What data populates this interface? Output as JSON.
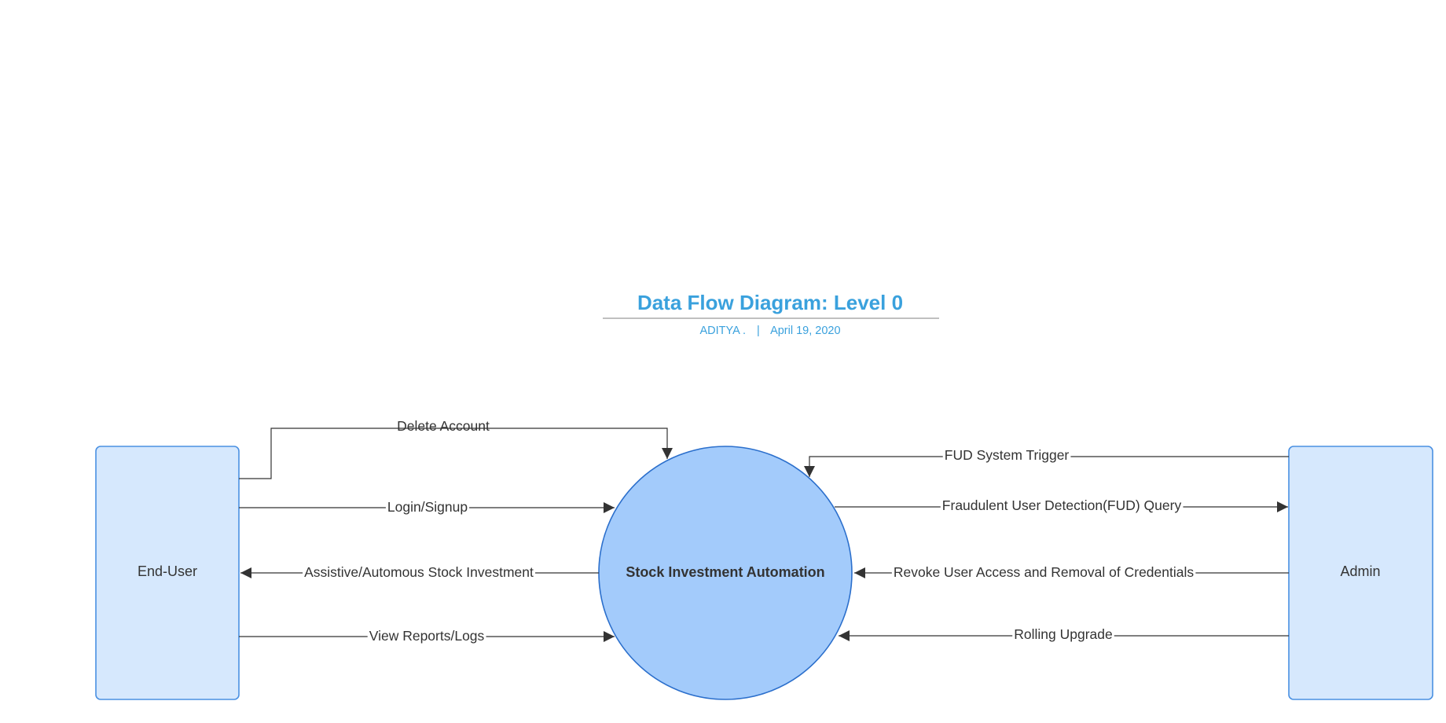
{
  "header": {
    "title": "Data Flow Diagram: Level 0",
    "author": "ADITYA .",
    "separator": "|",
    "date": "April 19, 2020",
    "accent_color": "#3aa1dd",
    "rule_color": "#9a9a9a"
  },
  "entities": {
    "end_user": {
      "label": "End-User",
      "fill": "#d6e8fd",
      "stroke": "#4a90e2"
    },
    "admin": {
      "label": "Admin",
      "fill": "#d6e8fd",
      "stroke": "#4a90e2"
    }
  },
  "process": {
    "label": "Stock Investment Automation",
    "fill": "#a3cbfb",
    "stroke": "#2b6fcc"
  },
  "flows": {
    "delete_account": "Delete Account",
    "login_signup": "Login/Signup",
    "assistive_investment": "Assistive/Automous Stock Investment",
    "view_reports": "View Reports/Logs",
    "fud_trigger": "FUD System Trigger",
    "fud_query": "Fraudulent User Detection(FUD) Query",
    "revoke_access": "Revoke User Access and Removal of Credentials",
    "rolling_upgrade": "Rolling Upgrade"
  }
}
